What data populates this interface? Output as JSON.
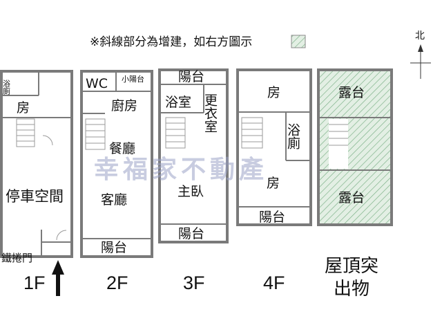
{
  "note": "※斜線部分為增建，如右方圖示",
  "compass": "北",
  "watermark": "幸福家不動產",
  "colors": {
    "wall": "#7a7a7a",
    "hatch": "#7fb38a",
    "annex_fill": "#e3efe4"
  },
  "floors": {
    "f1": {
      "label": "1F",
      "rooms": {
        "bath": "浴廁",
        "room": "房",
        "parking": "停車空間",
        "gate": "鐵捲門"
      }
    },
    "f2": {
      "label": "2F",
      "rooms": {
        "wc": "WC",
        "small_balcony": "小陽台",
        "kitchen": "廚房",
        "dining": "餐廳",
        "living": "客廳",
        "balcony": "陽台"
      }
    },
    "f3": {
      "label": "3F",
      "rooms": {
        "balcony_top": "陽台",
        "bath": "浴室",
        "closet": "更衣室",
        "master": "主臥",
        "balcony_bottom": "陽台"
      }
    },
    "f4": {
      "label": "4F",
      "rooms": {
        "room_top": "房",
        "bath": "浴廁",
        "room": "房",
        "balcony": "陽台"
      }
    },
    "roof": {
      "label": "屋頂突出物",
      "rooms": {
        "terrace_top": "露台",
        "terrace_bottom": "露台"
      }
    }
  }
}
